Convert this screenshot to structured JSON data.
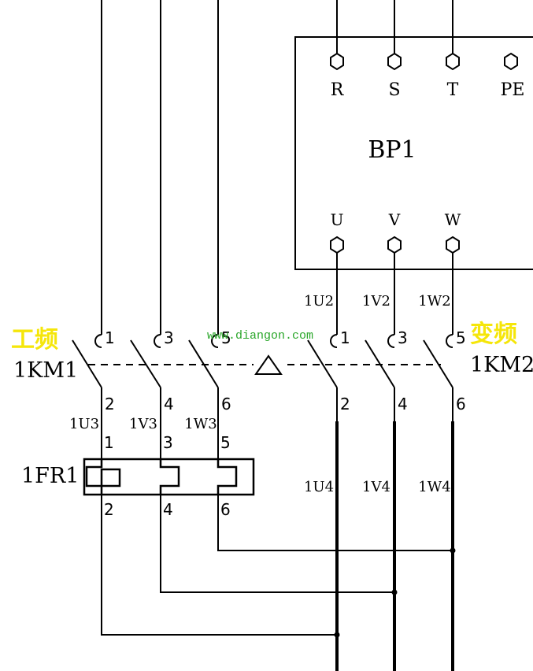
{
  "colors": {
    "line": "#000000",
    "highlight_label": "#f5e60a",
    "watermark": "#2aa62a",
    "background": "#ffffff"
  },
  "inverter": {
    "name": "BP1",
    "inputs": [
      "R",
      "S",
      "T",
      "PE"
    ],
    "outputs": [
      "U",
      "V",
      "W"
    ]
  },
  "contactor_power_frequency": {
    "mode_label": "工频",
    "tag": "1KM1",
    "top_terminals": [
      "1",
      "3",
      "5"
    ],
    "bottom_terminals": [
      "2",
      "4",
      "6"
    ]
  },
  "contactor_variable_frequency": {
    "mode_label": "变频",
    "tag": "1KM2",
    "top_terminals": [
      "1",
      "3",
      "5"
    ],
    "bottom_terminals": [
      "2",
      "4",
      "6"
    ]
  },
  "inverter_output_wires": [
    "1U2",
    "1V2",
    "1W2"
  ],
  "bypass_wires": [
    "1U3",
    "1V3",
    "1W3"
  ],
  "motor_wires": [
    "1U4",
    "1V4",
    "1W4"
  ],
  "overload_relay": {
    "tag": "1FR1",
    "top_terminals": [
      "1",
      "3",
      "5"
    ],
    "bottom_terminals": [
      "2",
      "4",
      "6"
    ]
  },
  "watermark": "www.diangon.com"
}
